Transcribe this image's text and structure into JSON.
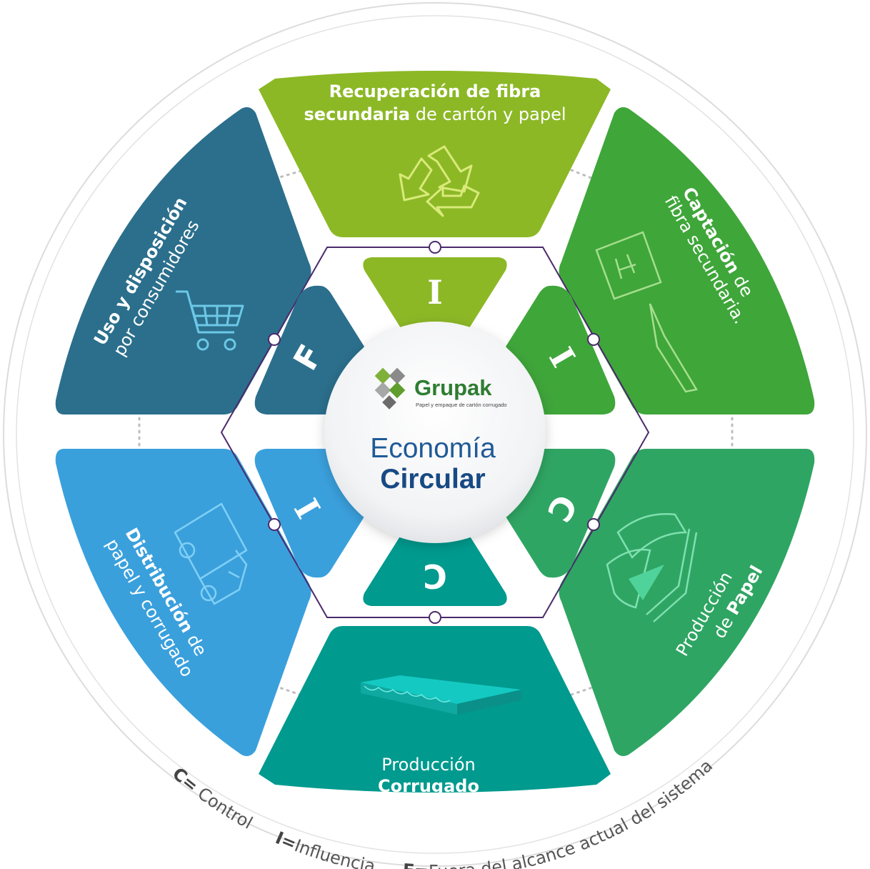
{
  "center": {
    "logo_name": "Grupak",
    "logo_tagline": "Papel y empaque de cartón corrugado",
    "title_line1": "Economía",
    "title_line2": "Circular"
  },
  "segments": {
    "top": {
      "bold": "Recuperación de fibra",
      "bold2": "secundaria",
      "regular": " de cartón y papel",
      "icon": "recycle-icon",
      "color": "#8cb826"
    },
    "upper_right": {
      "bold": "Captación",
      "regular1": " de",
      "regular2": "fibra secundaria.",
      "icon": "paper-sheet-icon",
      "color": "#3fa63a"
    },
    "lower_right": {
      "regular": "Producción",
      "prefix": "de ",
      "bold": "Papel",
      "icon": "paper-stack-icon",
      "color": "#2fa563"
    },
    "bottom": {
      "regular": "Producción",
      "bold": "Corrugado",
      "icon": "corrugated-board-icon",
      "color": "#009a8e"
    },
    "lower_left": {
      "bold": "Distribución",
      "regular1": " de",
      "regular2": "papel y corrugado",
      "icon": "truck-icon",
      "color": "#3aa0dc"
    },
    "upper_left": {
      "bold": "Uso y disposición",
      "regular": "por consumidores",
      "icon": "shopping-cart-icon",
      "color": "#2b6f8c"
    }
  },
  "inner_letters": {
    "top": "I",
    "upper_right": "I",
    "lower_right": "C",
    "bottom": "C",
    "lower_left": "I",
    "upper_left": "F"
  },
  "legend": {
    "c_key": "C=",
    "c_text": " Control",
    "i_key": "I=",
    "i_text": "Influencia",
    "f_key": "F=",
    "f_text": "Fuera del alcance actual del sistema"
  },
  "colors": {
    "hexagon_line": "#4b2a6b",
    "outer_ring": "#dcdcdc",
    "legend_text": "#555555",
    "title_light": "#1f5a97",
    "title_bold": "#174a84"
  }
}
